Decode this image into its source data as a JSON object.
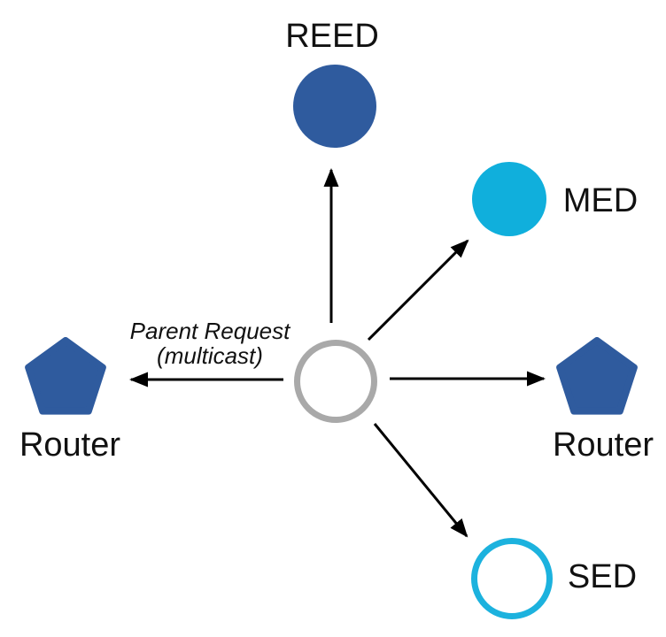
{
  "diagram": {
    "type": "network-topology",
    "annotation": {
      "line1": "Parent Request",
      "line2": "(multicast)"
    },
    "nodes": [
      {
        "id": "reed",
        "label": "REED",
        "shape": "circle-filled",
        "fill": "#2F5B9E"
      },
      {
        "id": "med",
        "label": "MED",
        "shape": "circle-filled",
        "fill": "#10AFDC"
      },
      {
        "id": "router-right",
        "label": "Router",
        "shape": "pentagon",
        "fill": "#2F5B9E"
      },
      {
        "id": "sed",
        "label": "SED",
        "shape": "circle-outline",
        "stroke": "#1CB2DE"
      },
      {
        "id": "router-left",
        "label": "Router",
        "shape": "pentagon",
        "fill": "#2F5B9E"
      },
      {
        "id": "center",
        "label": "",
        "shape": "circle-outline",
        "stroke": "#A9A9A9"
      }
    ],
    "arrows": [
      {
        "from": "center",
        "to": "reed"
      },
      {
        "from": "center",
        "to": "med"
      },
      {
        "from": "center",
        "to": "router-left"
      },
      {
        "from": "center",
        "to": "router-right"
      },
      {
        "from": "center",
        "to": "sed"
      }
    ],
    "colors": {
      "dark_blue": "#2F5B9E",
      "cyan": "#10AFDC",
      "cyan_stroke": "#1CB2DE",
      "gray_ring": "#A9A9A9",
      "arrow": "#000000",
      "text": "#111111",
      "background": "#ffffff"
    }
  }
}
